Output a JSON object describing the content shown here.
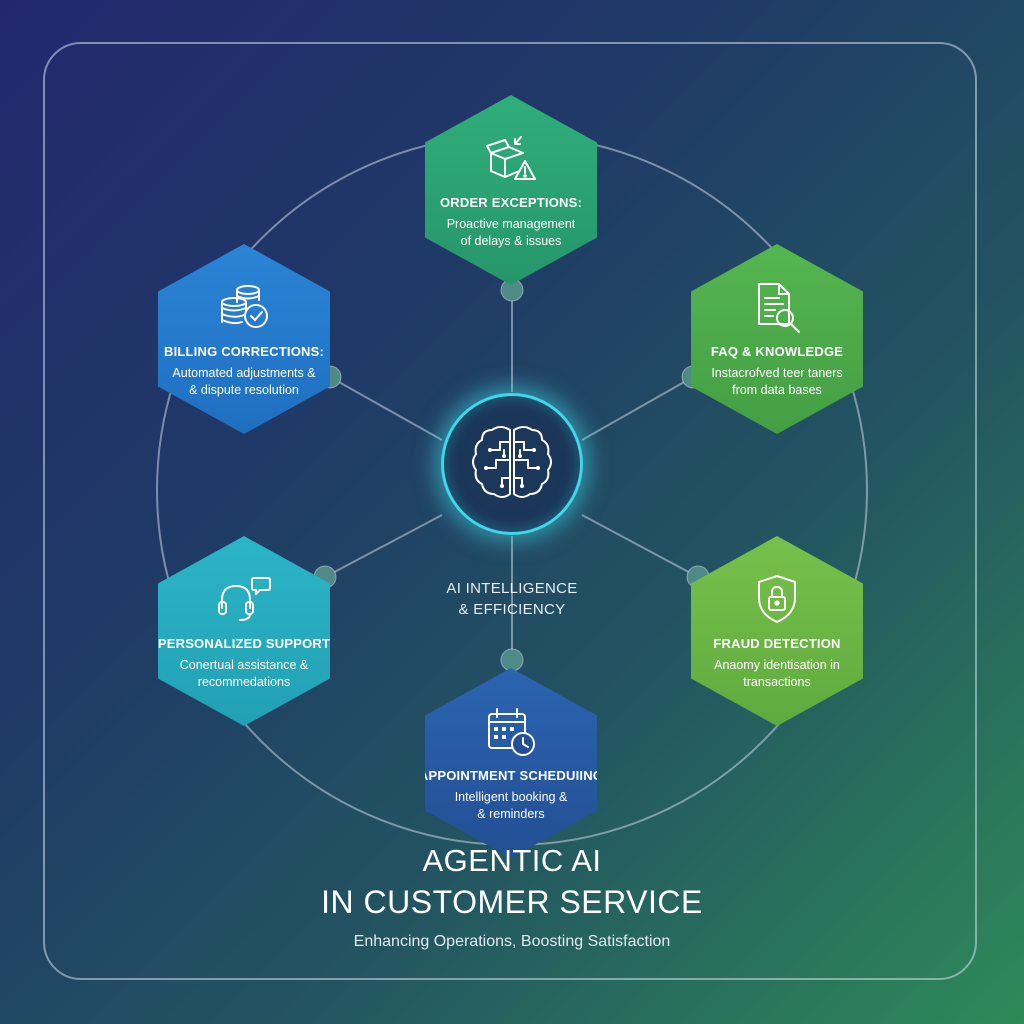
{
  "center": {
    "icon": "brain-circuit-icon",
    "label_line1": "AI INTELLIGENCE",
    "label_line2": "& EFFICIENCY",
    "glow_color": "#3fd8e8"
  },
  "nodes": {
    "order": {
      "icon": "box-warning-icon",
      "title": "ORDER EXCEPTIONS:",
      "desc_line1": "Proactive management",
      "desc_line2": "of delays & issues",
      "color": "#2fae7a"
    },
    "billing": {
      "icon": "coins-check-icon",
      "title": "BILLING CORRECTIONS:",
      "desc_line1": "Automated adjustments &",
      "desc_line2": "& dispute resolution",
      "color": "#2b84d6"
    },
    "faq": {
      "icon": "document-search-icon",
      "title": "FAQ & KNOWLEDGE",
      "desc_line1": "Instacrofved teer taners",
      "desc_line2": "from data bases",
      "color": "#55b650"
    },
    "support": {
      "icon": "headset-chat-icon",
      "title": "PERSONALIZED SUPPORT",
      "desc_line1": "Conertual assistance &",
      "desc_line2": "recommedations",
      "color": "#2bb5c6"
    },
    "fraud": {
      "icon": "shield-lock-icon",
      "title": "FRAUD DETECTION",
      "desc_line1": "Anaomy identisation in",
      "desc_line2": "transactions",
      "color": "#78c04b"
    },
    "appt": {
      "icon": "calendar-clock-icon",
      "title": "APPOINTMENT SCHEDUIING",
      "desc_line1": "Intelligent booking &",
      "desc_line2": "& reminders",
      "color": "#2b64b0"
    }
  },
  "footer": {
    "title_line1": "AGENTIC AI",
    "title_line2": "IN CUSTOMER SERVICE",
    "subtitle": "Enhancing Operations, Boosting Satisfaction"
  }
}
